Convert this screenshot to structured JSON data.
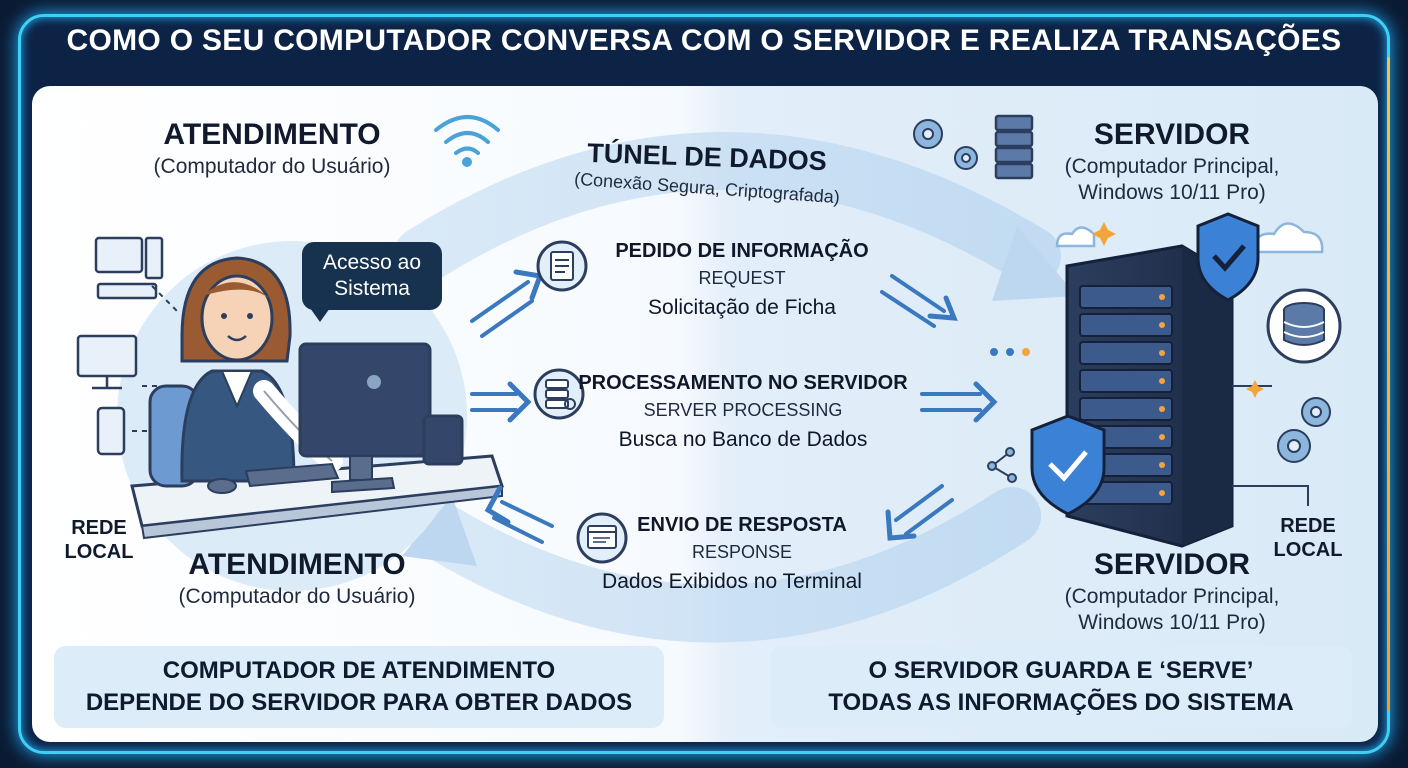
{
  "title": "COMO O SEU COMPUTADOR CONVERSA COM O SERVIDOR E REALIZA TRANSAÇÕES",
  "client_top": {
    "heading": "ATENDIMENTO",
    "subtitle": "(Computador do Usuário)"
  },
  "client_bottom": {
    "heading": "ATENDIMENTO",
    "subtitle": "(Computador do Usuário)"
  },
  "server_top": {
    "heading": "SERVIDOR",
    "subtitle_1": "(Computador Principal,",
    "subtitle_2": "Windows 10/11 Pro)"
  },
  "server_bottom": {
    "heading": "SERVIDOR",
    "subtitle_1": "(Computador Principal,",
    "subtitle_2": "Windows 10/11 Pro)"
  },
  "bubble": {
    "line1": "Acesso ao",
    "line2": "Sistema"
  },
  "tunnel": {
    "heading": "TÚNEL DE DADOS",
    "subtitle": "(Conexão Segura, Criptografada)"
  },
  "flows": [
    {
      "heading": "PEDIDO DE INFORMAÇÃO",
      "english": "REQUEST",
      "detail": "Solicitação de Ficha",
      "icon": "document-icon"
    },
    {
      "heading": "PROCESSAMENTO NO SERVIDOR",
      "english": "SERVER PROCESSING",
      "detail": "Busca no Banco de Dados",
      "icon": "database-search-icon"
    },
    {
      "heading": "ENVIO DE RESPOSTA",
      "english": "RESPONSE",
      "detail": "Dados Exibidos no Terminal",
      "icon": "monitor-window-icon"
    }
  ],
  "network_left": {
    "line1": "REDE",
    "line2": "LOCAL"
  },
  "network_right": {
    "line1": "REDE",
    "line2": "LOCAL"
  },
  "footer_left": {
    "line1": "COMPUTADOR DE ATENDIMENTO",
    "line2": "DEPENDE DO SERVIDOR PARA OBTER DADOS"
  },
  "footer_right": {
    "line1": "O SERVIDOR GUARDA E ‘SERVE’",
    "line2": "TODAS AS INFORMAÇÕES DO SISTEMA"
  },
  "colors": {
    "frame": "#3fd0f5",
    "accent": "#2f6db0",
    "dark": "#16324f",
    "shield": "#3b82d6"
  }
}
